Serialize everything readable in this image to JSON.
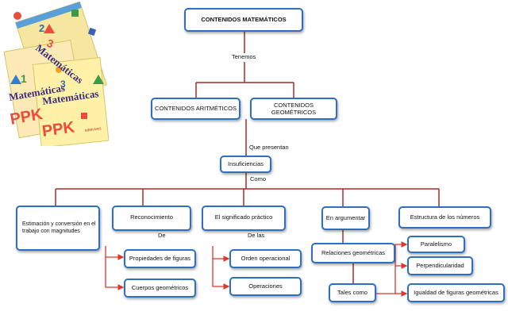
{
  "cover": {
    "title_lines": [
      "Matemáticas",
      "Matemáticas",
      "Matemáticas"
    ],
    "series": [
      "PPK",
      "PPK"
    ]
  },
  "diagram": {
    "root": "CONTENIDOS MATEMÁTICOS",
    "link_tenemos": "Tenemos",
    "arith": "CONTENIDOS ARITMÉTICOS",
    "geom": "CONTENIDOS GEOMÉTRICOS",
    "link_que_presentan": "Que presentan",
    "insuf": "Insuficiencias",
    "link_como": "Como",
    "estim": "Estimación y conversión en el trabajo con magnitudes",
    "recon": "Reconocimiento",
    "link_de": "De",
    "prop": "Propiedades de figuras",
    "cuerpos": "Cuerpos geométricos",
    "signif": "El significado práctico",
    "link_de_las": "De las",
    "orden": "Orden operacional",
    "operac": "Operaciones",
    "argum": "En argumentar",
    "relac": "Relaciones geométricas",
    "tales": "Tales como",
    "parale": "Paralelismo",
    "perpend": "Perpendicularidad",
    "igual": "Igualdad de figuras geométricas",
    "estruct": "Estructura de los números"
  },
  "colors": {
    "line": "#a52a2a",
    "box_border": "#2e6fc0",
    "arrow": "#e0352b"
  }
}
